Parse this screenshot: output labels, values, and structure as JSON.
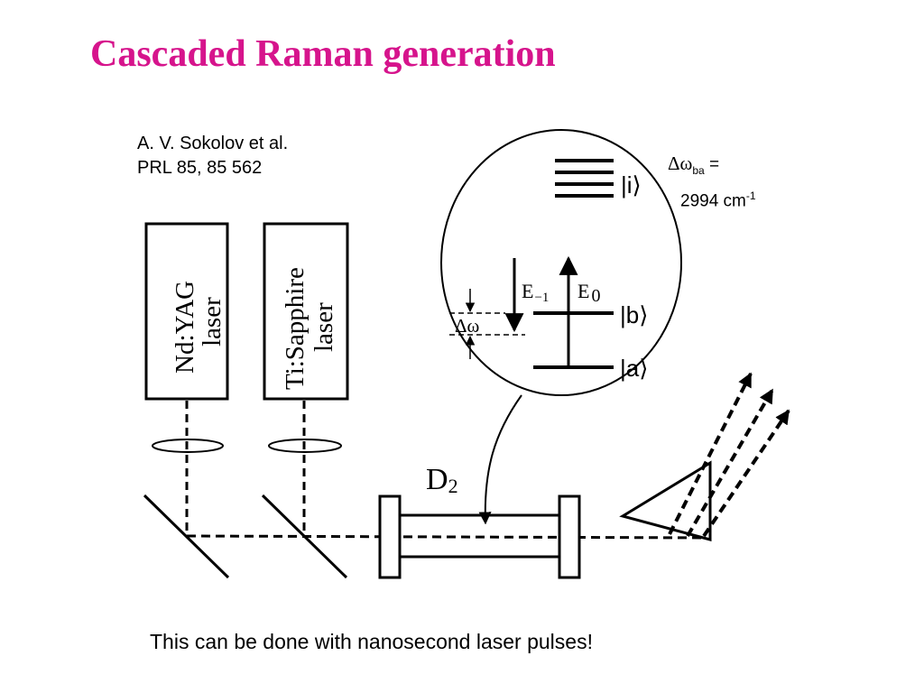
{
  "title": "Cascaded Raman generation",
  "reference": {
    "authors": "A. V. Sokolov et al.",
    "citation": "PRL 85, 85 562"
  },
  "shift_note": {
    "symbol": "Δω",
    "subscript": "ba",
    "equals": "=",
    "value": "2994 cm",
    "exponent": "-1"
  },
  "diagram": {
    "laser1_label": "Nd:YAG",
    "laser1_sub": "laser",
    "laser2_label": "Ti:Sapphire",
    "laser2_sub": "laser",
    "cell_label": "D",
    "cell_sub": "2",
    "energy_levels": {
      "state_i": "|i⟩",
      "state_b": "|b⟩",
      "state_a": "|a⟩",
      "field_minus": "E",
      "field_minus_sub": "−1",
      "field_zero": "E",
      "field_zero_sub": "0",
      "detuning": "Δω"
    }
  },
  "caption": "This can be done with nanosecond laser pulses!",
  "colors": {
    "title": "#d6148c",
    "ink": "#000000"
  }
}
